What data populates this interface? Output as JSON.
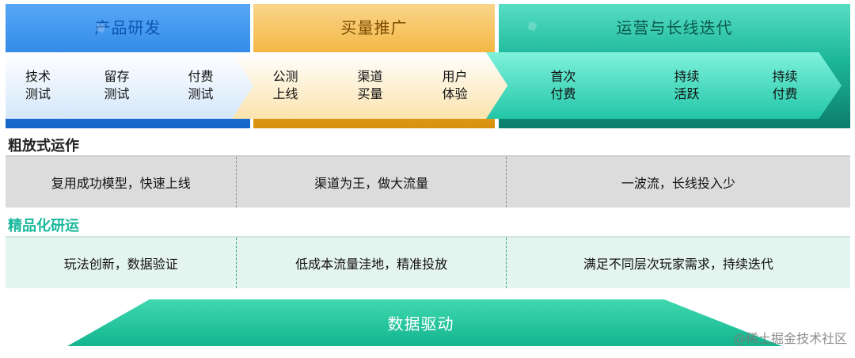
{
  "phases": [
    {
      "title": "产品研发",
      "steps": [
        "技术\n测试",
        "留存\n测试",
        "付费\n测试"
      ]
    },
    {
      "title": "买量推广",
      "steps": [
        "公测\n上线",
        "渠道\n买量",
        "用户\n体验"
      ]
    },
    {
      "title": "运营与长线迭代",
      "steps": [
        "首次\n付费",
        "持续\n活跃",
        "持续\n付费"
      ]
    }
  ],
  "rows": [
    {
      "label": "粗放式运作",
      "cells": [
        "复用成功模型，快速上线",
        "渠道为王，做大流量",
        "一波流，长线投入少"
      ]
    },
    {
      "label": "精品化研运",
      "cells": [
        "玩法创新，数据验证",
        "低成本流量洼地，精准投放",
        "满足不同层次玩家需求，持续迭代"
      ]
    }
  ],
  "base": {
    "label": "数据驱动"
  },
  "footer": {
    "credit": "@稀土掘金技术社区"
  },
  "colors": {
    "phase1": "#2f86e6",
    "phase2": "#f2b33a",
    "phase3": "#1cb799",
    "row2_label": "#18b89c",
    "base": "#13b58f"
  }
}
